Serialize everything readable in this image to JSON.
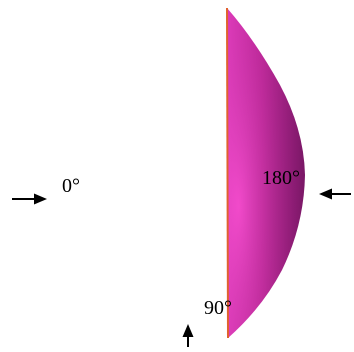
{
  "labels": {
    "angle_0": "0°",
    "angle_180": "180°",
    "angle_90": "90°"
  },
  "colors": {
    "lens_light": "#ee3fc8",
    "lens_mid": "#c6289f",
    "lens_dark": "#7a1766",
    "lens_edge": "#e0622e",
    "arrow": "#000000"
  }
}
